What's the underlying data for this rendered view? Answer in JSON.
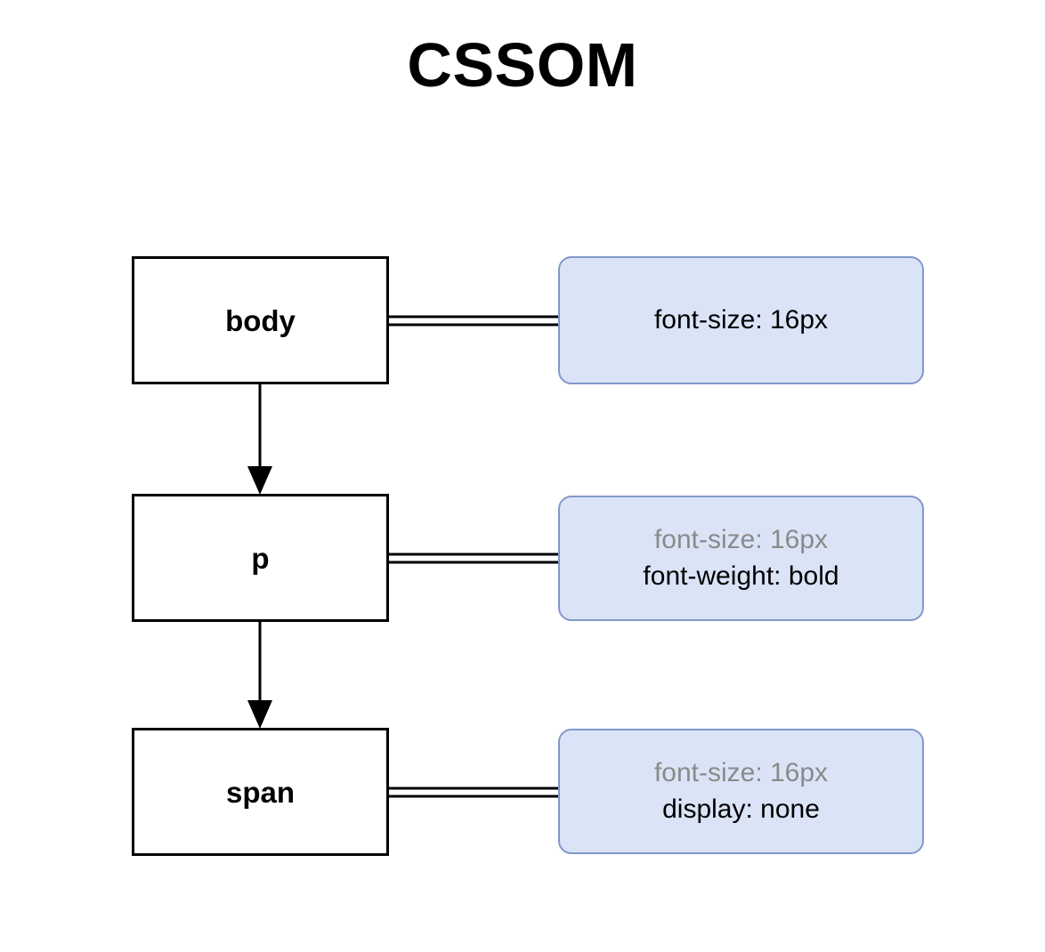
{
  "title": "CSSOM",
  "background_color": "#ffffff",
  "colors": {
    "node_border": "#000000",
    "node_fill": "#ffffff",
    "node_text": "#000000",
    "callout_fill": "#dbe3f7",
    "callout_border": "#8298cc",
    "callout_text": "#000000",
    "inherited_text": "#8a8a8a",
    "connector": "#000000"
  },
  "tree": {
    "nodes": [
      {
        "id": "body",
        "label": "body",
        "callout": {
          "lines": [
            {
              "text": "font-size: 16px",
              "inherited": false
            }
          ]
        }
      },
      {
        "id": "p",
        "label": "p",
        "callout": {
          "lines": [
            {
              "text": "font-size: 16px",
              "inherited": true
            },
            {
              "text": "font-weight: bold",
              "inherited": false
            }
          ]
        }
      },
      {
        "id": "span",
        "label": "span",
        "callout": {
          "lines": [
            {
              "text": "font-size: 16px",
              "inherited": true
            },
            {
              "text": "display: none",
              "inherited": false
            }
          ]
        }
      }
    ],
    "edges": [
      {
        "from": "body",
        "to": "p",
        "type": "arrow-down"
      },
      {
        "from": "p",
        "to": "span",
        "type": "arrow-down"
      }
    ]
  }
}
